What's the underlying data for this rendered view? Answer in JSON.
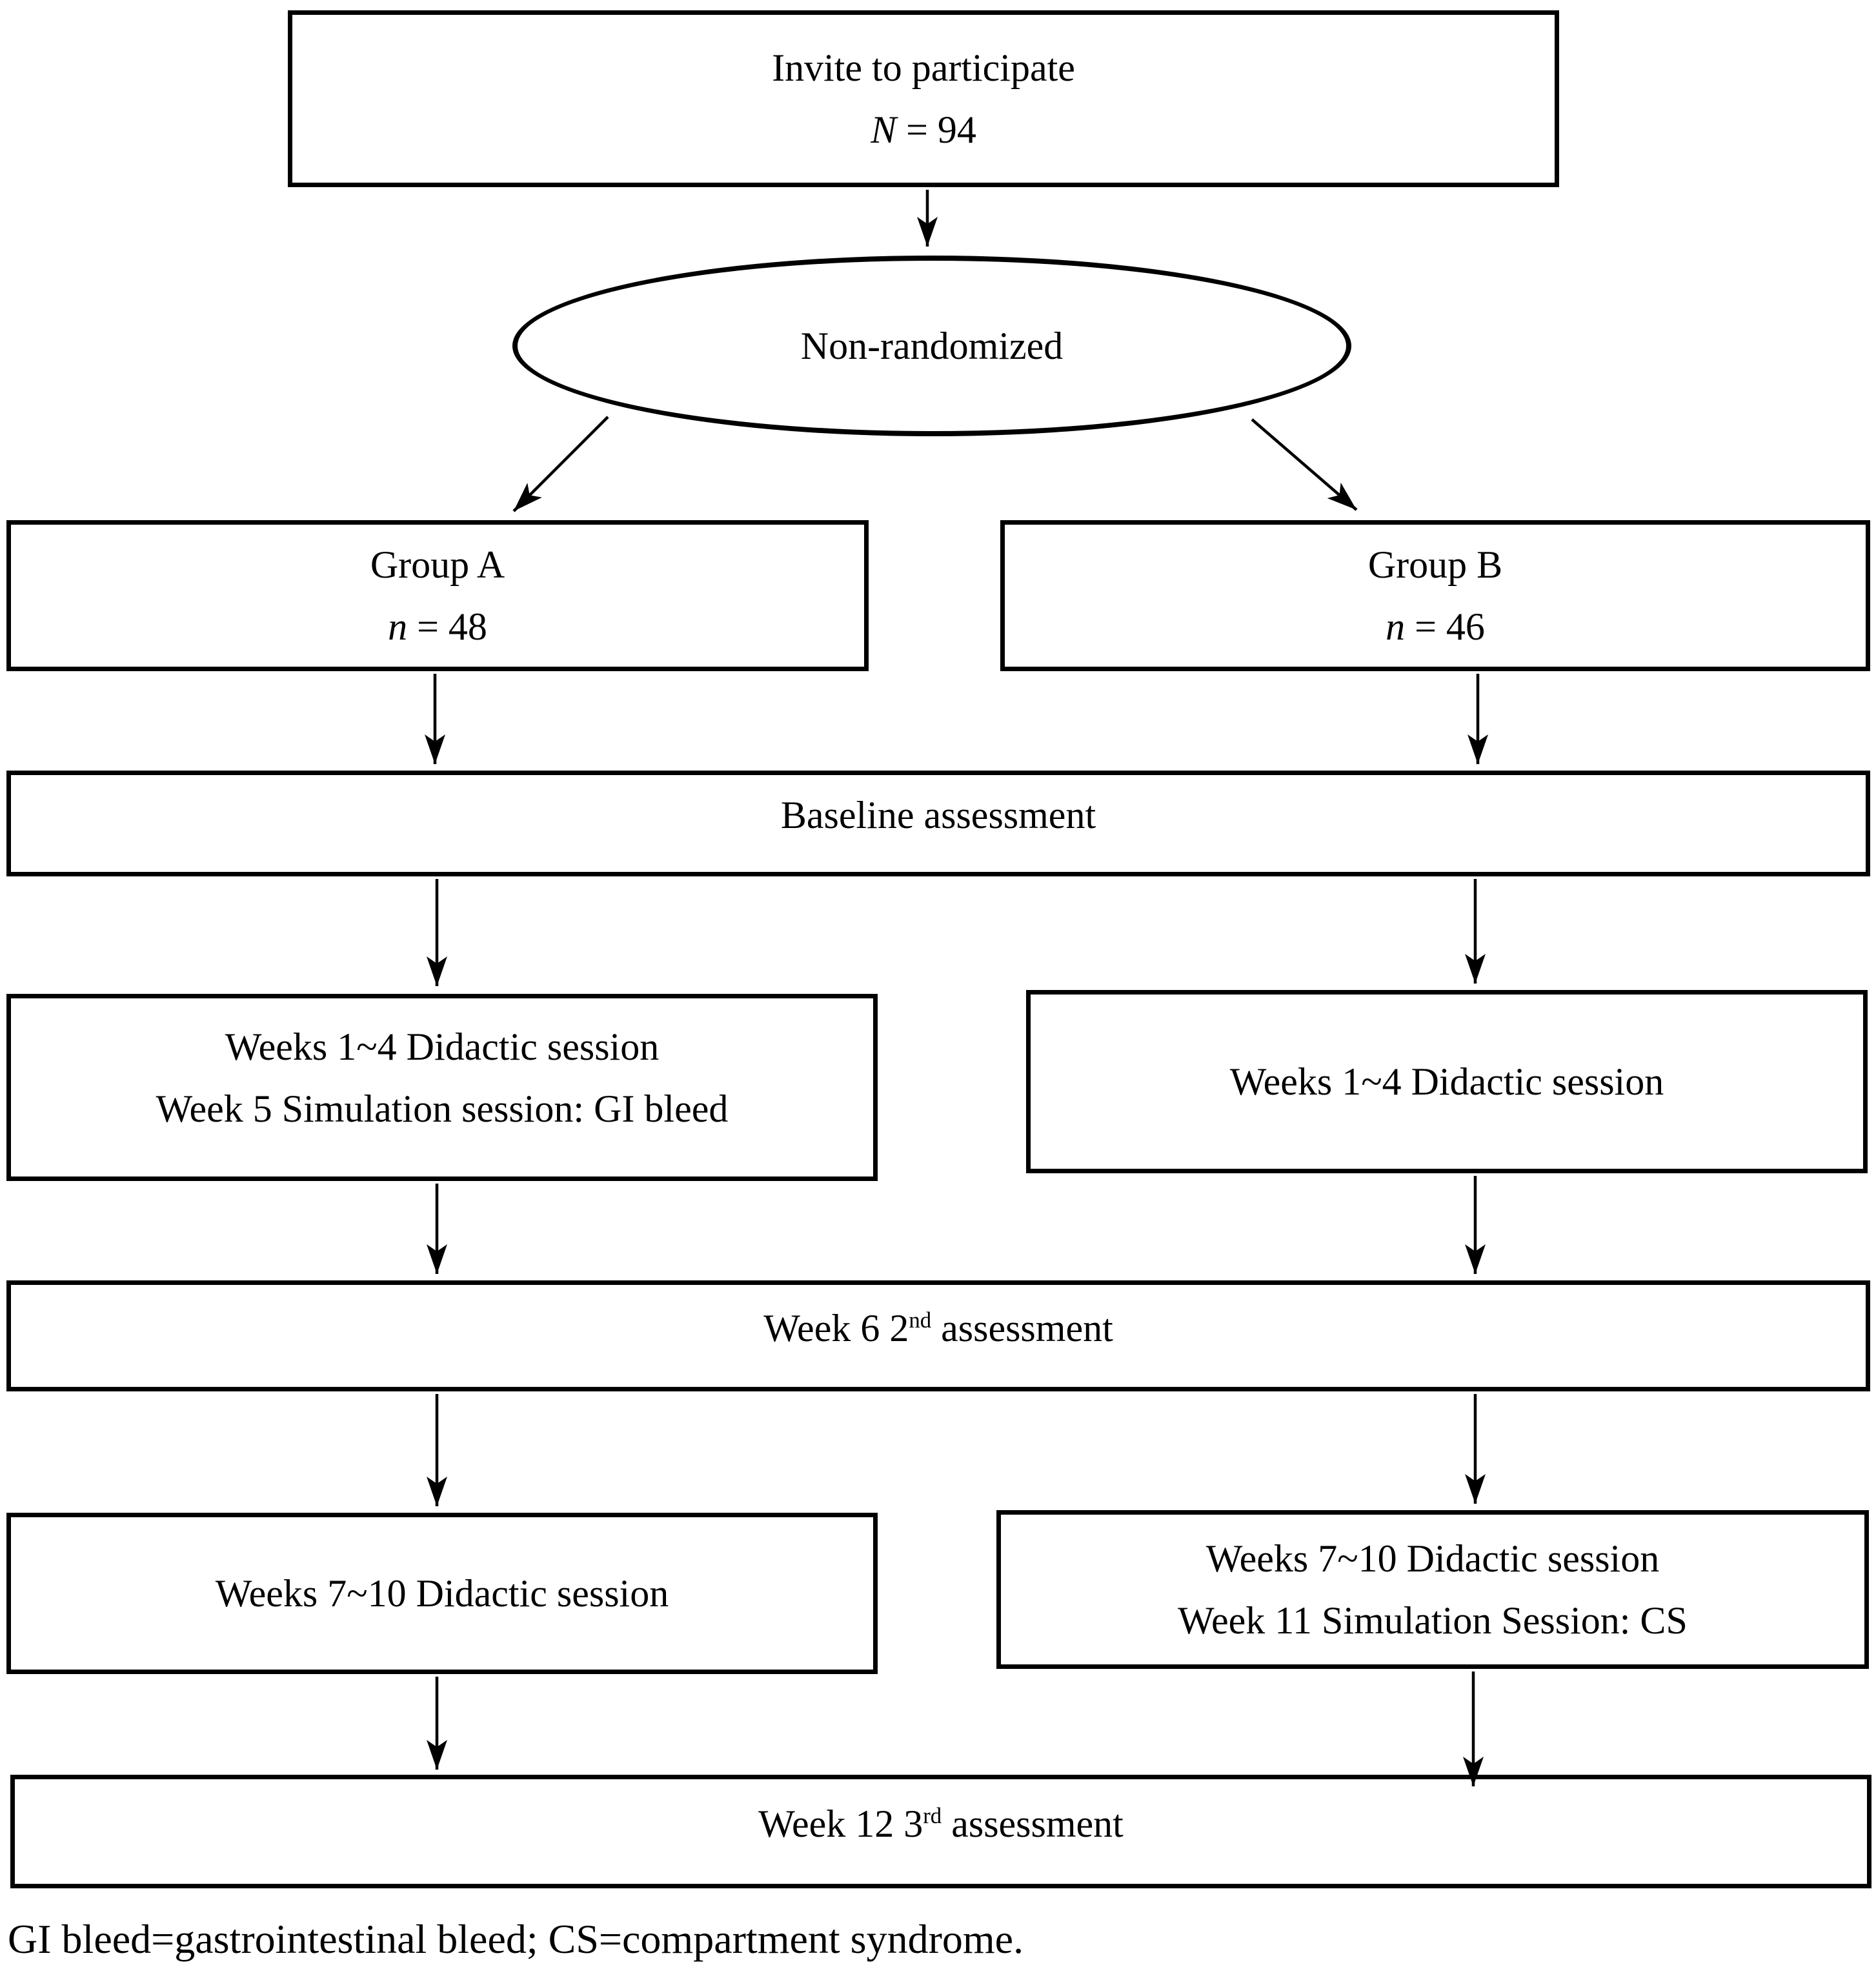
{
  "colors": {
    "background": "#ffffff",
    "line": "#000000",
    "text": "#000000"
  },
  "nodes": {
    "invite": {
      "line1": "Invite to participate",
      "count_var": "N",
      "count_rest": " = 94"
    },
    "non_randomized": {
      "line1": "Non-randomized"
    },
    "group_a": {
      "line1": "Group A",
      "count_var": "n",
      "count_rest": " = 48"
    },
    "group_b": {
      "line1": "Group B",
      "count_var": "n",
      "count_rest": " = 46"
    },
    "baseline": {
      "line1": "Baseline assessment"
    },
    "a_early": {
      "line1": "Weeks 1~4 Didactic session",
      "line2": "Week 5 Simulation session: GI bleed"
    },
    "b_early": {
      "line1": "Weeks 1~4 Didactic session"
    },
    "week6": {
      "pre": "Week 6 2",
      "sup": "nd",
      "post": " assessment"
    },
    "a_late": {
      "line1": "Weeks 7~10 Didactic session"
    },
    "b_late": {
      "line1": "Weeks 7~10 Didactic session",
      "line2": "Week 11 Simulation Session: CS"
    },
    "week12": {
      "pre": "Week 12 3",
      "sup": "rd",
      "post": " assessment"
    }
  },
  "edges": [
    {
      "from": "invite",
      "to": "non_randomized"
    },
    {
      "from": "non_randomized",
      "to": "group_a"
    },
    {
      "from": "non_randomized",
      "to": "group_b"
    },
    {
      "from": "group_a",
      "to": "baseline"
    },
    {
      "from": "group_b",
      "to": "baseline"
    },
    {
      "from": "baseline",
      "to": "a_early"
    },
    {
      "from": "baseline",
      "to": "b_early"
    },
    {
      "from": "a_early",
      "to": "week6"
    },
    {
      "from": "b_early",
      "to": "week6"
    },
    {
      "from": "week6",
      "to": "a_late"
    },
    {
      "from": "week6",
      "to": "b_late"
    },
    {
      "from": "a_late",
      "to": "week12"
    },
    {
      "from": "b_late",
      "to": "week12"
    }
  ],
  "footnote": "GI bleed=gastrointestinal bleed; CS=compartment syndrome."
}
